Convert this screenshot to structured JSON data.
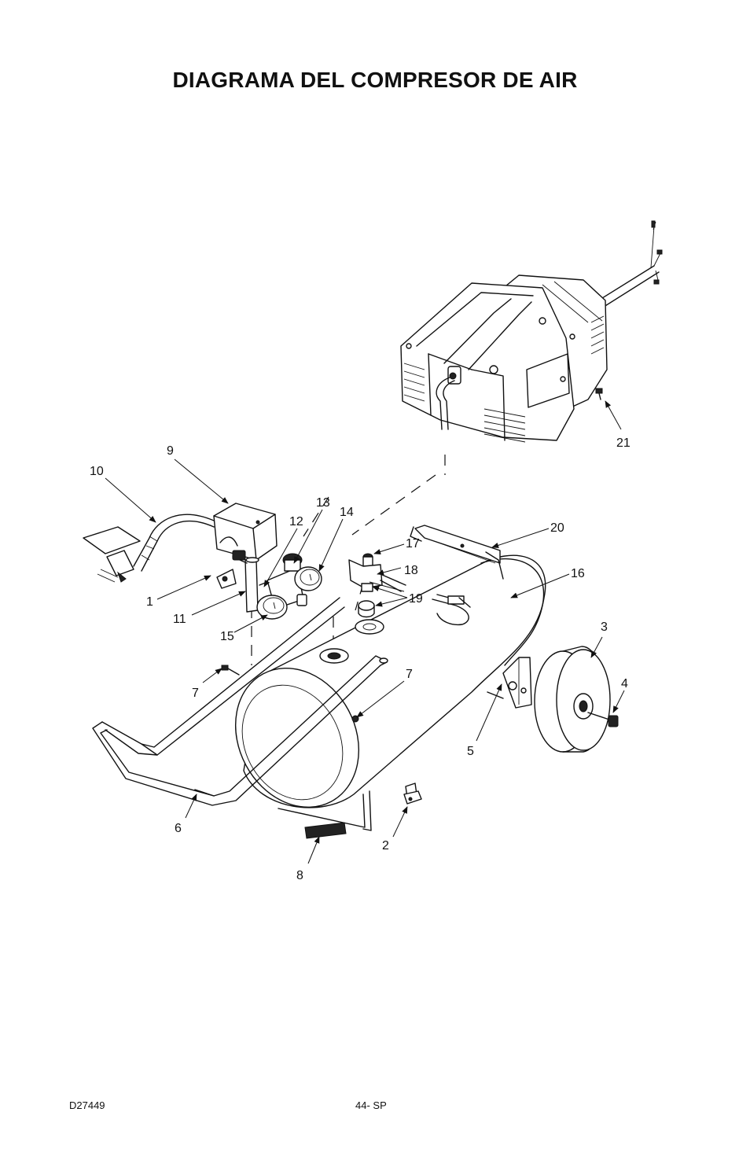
{
  "title": "DIAGRAMA DEL COMPRESOR DE AIR",
  "callouts": [
    "1",
    "2",
    "3",
    "4",
    "5",
    "6",
    "7",
    "7",
    "8",
    "9",
    "10",
    "11",
    "12",
    "13",
    "14",
    "15",
    "16",
    "17",
    "18",
    "19",
    "20",
    "21"
  ],
  "footer": {
    "doc_number": "D27449",
    "page": "44- SP"
  }
}
